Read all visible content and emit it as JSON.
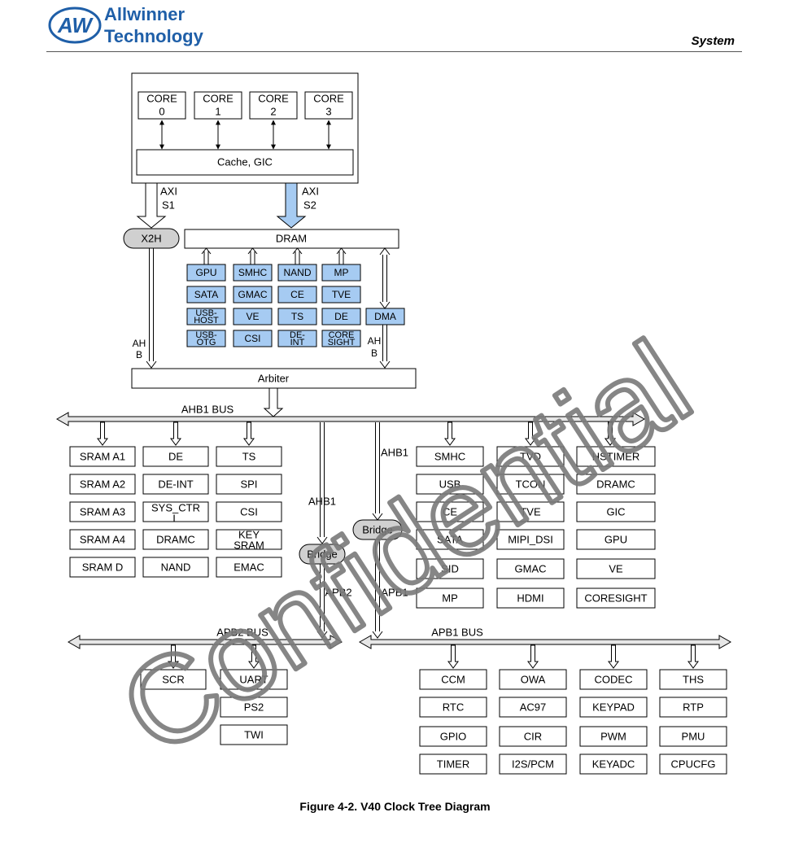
{
  "header": {
    "brand_line1": "Allwinner",
    "brand_line2": "Technology",
    "logo_mark": "AW",
    "section": "System",
    "brand_color": "#1f5fa8"
  },
  "figure_caption": "Figure 4-2. V40 Clock Tree Diagram",
  "watermark": "Confidential",
  "colors": {
    "module_fill": "#a6cbf2",
    "bridge_fill": "#d0d0d0",
    "bus_fill": "#e6e6e6",
    "line": "#000000"
  },
  "cpu": {
    "cores": [
      {
        "l1": "CORE",
        "l2": "0"
      },
      {
        "l1": "CORE",
        "l2": "1"
      },
      {
        "l1": "CORE",
        "l2": "2"
      },
      {
        "l1": "CORE",
        "l2": "3"
      }
    ],
    "cache": "Cache, GIC"
  },
  "axi": {
    "s1": {
      "l1": "AXI",
      "l2": "S1"
    },
    "s2": {
      "l1": "AXI",
      "l2": "S2"
    }
  },
  "x2h": "X2H",
  "dram": "DRAM",
  "masters": [
    [
      "GPU",
      "SMHC",
      "NAND",
      "MP"
    ],
    [
      "SATA",
      "GMAC",
      "CE",
      "TVE"
    ],
    [
      "USB-HOST",
      "VE",
      "TS",
      "DE"
    ],
    [
      "USB-OTG",
      "CSI",
      "DE-INT",
      "CORE SIGHT"
    ]
  ],
  "dma": "DMA",
  "ahb_left": {
    "l1": "AH",
    "l2": "B"
  },
  "ahb_right": {
    "l1": "AH",
    "l2": "B"
  },
  "arbiter": "Arbiter",
  "ahb1_bus": "AHB1 BUS",
  "ahb1_columns": [
    [
      "SRAM A1",
      "SRAM A2",
      "SRAM A3",
      "SRAM A4",
      "SRAM D"
    ],
    [
      "DE",
      "DE-INT",
      "SYS_CTRL",
      "DRAMC",
      "NAND"
    ],
    [
      "TS",
      "SPI",
      "CSI",
      "KEY SRAM",
      "EMAC"
    ]
  ],
  "ahb1_right_columns": [
    [
      "SMHC",
      "USB",
      "CE",
      "SATA",
      "SID",
      "MP"
    ],
    [
      "TVD",
      "TCON",
      "TVE",
      "MIPI_DSI",
      "GMAC",
      "HDMI"
    ],
    [
      "HSTIMER",
      "DRAMC",
      "GIC",
      "GPU",
      "VE",
      "CORESIGHT"
    ]
  ],
  "bridge_apb2": {
    "label": "Bridge",
    "in": "AHB1",
    "out": "APB2"
  },
  "bridge_apb1": {
    "label": "Bridge",
    "in": "AHB1",
    "out": "APB1"
  },
  "apb2_bus": "APB2 BUS",
  "apb2_modules": [
    "SCR",
    "UART",
    "PS2",
    "TWI"
  ],
  "apb1_bus": "APB1 BUS",
  "apb1_columns": [
    [
      "CCM",
      "RTC",
      "GPIO",
      "TIMER"
    ],
    [
      "OWA",
      "AC97",
      "CIR",
      "I2S/PCM"
    ],
    [
      "CODEC",
      "KEYPAD",
      "PWM",
      "KEYADC"
    ],
    [
      "THS",
      "RTP",
      "PMU",
      "CPUCFG"
    ]
  ]
}
